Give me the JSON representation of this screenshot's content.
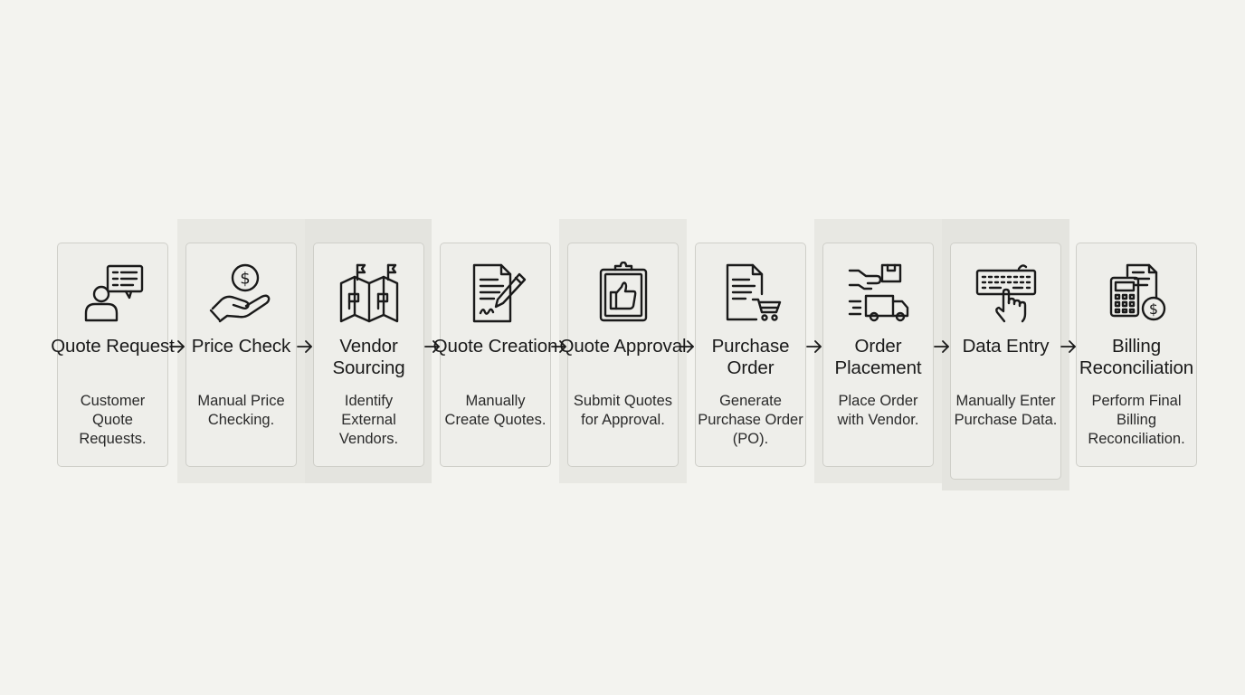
{
  "steps": [
    {
      "title": "Quote Request",
      "description": "Customer Quote Requests.",
      "icon": "customer-chat-icon"
    },
    {
      "title": "Price Check",
      "description": "Manual Price Checking.",
      "icon": "hand-dollar-icon"
    },
    {
      "title": "Vendor Sourcing",
      "description": "Identify External Vendors.",
      "icon": "map-flags-icon"
    },
    {
      "title": "Quote Creation",
      "description": "Manually Create Quotes.",
      "icon": "document-pen-icon"
    },
    {
      "title": "Quote Approval",
      "description": "Submit Quotes for Approval.",
      "icon": "clipboard-thumbs-up-icon"
    },
    {
      "title": "Purchase Order",
      "description": "Generate Purchase Order (PO).",
      "icon": "document-cart-icon"
    },
    {
      "title": "Order Placement",
      "description": "Place Order with Vendor.",
      "icon": "delivery-truck-icon"
    },
    {
      "title": "Data Entry",
      "description": "Manually Enter Purchase Data.",
      "icon": "keyboard-hand-icon"
    },
    {
      "title": "Billing Reconciliation",
      "description": "Perform Final Billing Reconciliation.",
      "icon": "calculator-invoice-icon"
    }
  ],
  "connector_icon": "arrow-right-icon"
}
